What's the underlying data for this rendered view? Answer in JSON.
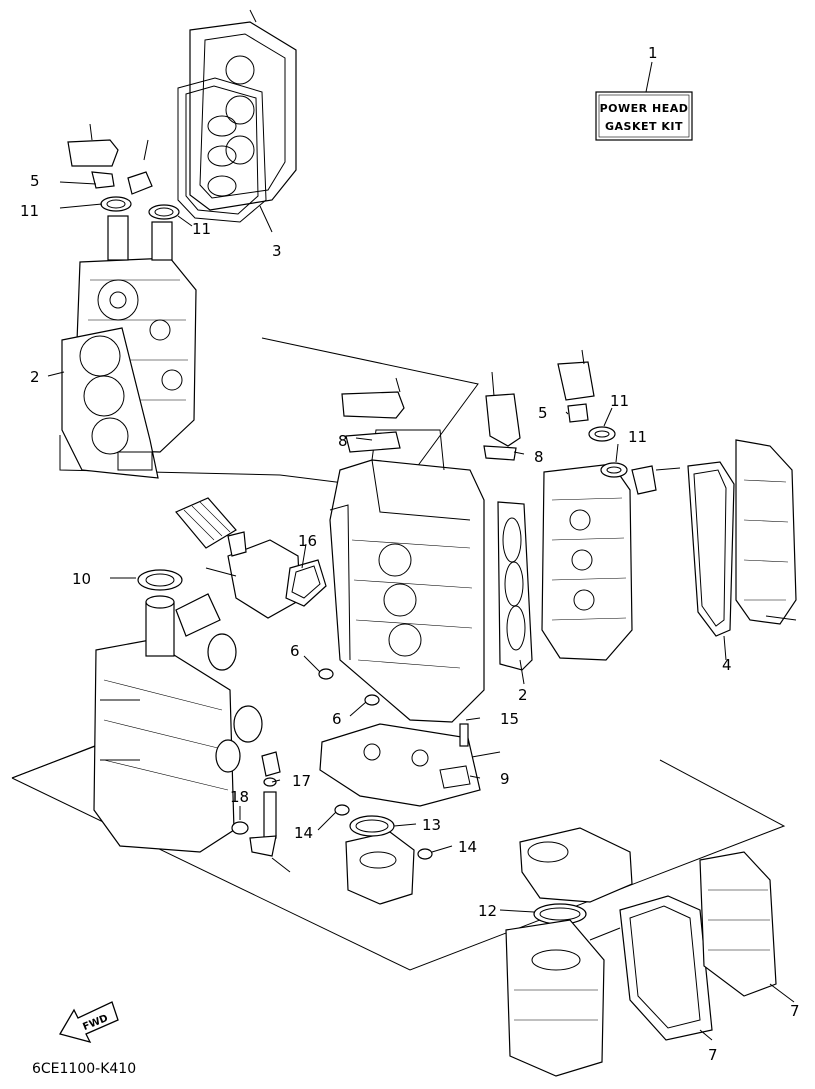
{
  "kit_box": {
    "line1": "POWER HEAD",
    "line2": "GASKET KIT"
  },
  "fwd_label": "FWD",
  "diagram_code": "6CE1100-K410",
  "callouts": [
    "1",
    "2",
    "2",
    "3",
    "4",
    "5",
    "5",
    "6",
    "6",
    "7",
    "7",
    "8",
    "8",
    "9",
    "10",
    "11",
    "11",
    "11",
    "11",
    "12",
    "13",
    "14",
    "14",
    "15",
    "16",
    "17",
    "18"
  ]
}
